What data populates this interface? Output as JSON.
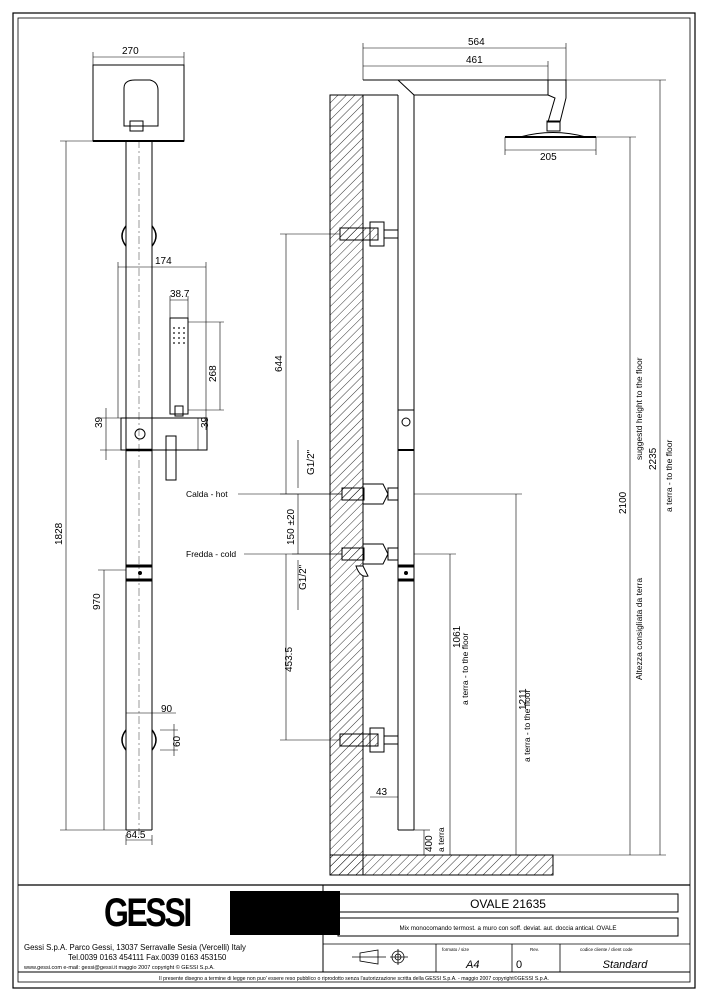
{
  "dimensions": {
    "d270": "270",
    "d564": "564",
    "d461": "461",
    "d205": "205",
    "d174": "174",
    "d38_7": "38.7",
    "d268": "268",
    "d39a": "39",
    "d39b": "39",
    "d1828": "1828",
    "d970": "970",
    "d90": "90",
    "d60": "60",
    "d64_5": "64.5",
    "d644": "644",
    "g12a": "G1/2\"",
    "d150": "150 ±20",
    "g12b": "G1/2\"",
    "d453_5": "453.5",
    "d43": "43",
    "d400": "400",
    "d1061": "1061",
    "d1211": "1211",
    "d2100": "2100",
    "d2235": "2235"
  },
  "labels": {
    "calda": "Calda - hot",
    "fredda": "Fredda - cold",
    "terra400": "a terra",
    "terra1061": "a terra - to the floor",
    "terra1211": "a terra - to the floor",
    "altezza": "Altezza consigliata da terra",
    "suggested": "suggestd height to the floor",
    "terra2235": "a terra - to the floor"
  },
  "title_block": {
    "logo": "GESSI",
    "company": "Gessi S.p.A. Parco Gessi, 13037 Serravalle Sesia (Vercelli) Italy",
    "phone": "Tel.0039 0163 454111 Fax.0039 0163 453150",
    "web": "www.gessi.com e-mail: gessi@gessi.it maggio 2007 copyright © GESSI S.p.A.",
    "model": "OVALE 21635",
    "description": "Mix monocomando termost. a muro con soff. deviat. aut. doccia antical. OVALE",
    "format_label": "formato / size",
    "format_value": "A4",
    "rev_label": "Rev.",
    "rev_value": "0",
    "code_label": "codice cliente / client code",
    "code_value": "Standard",
    "footer": "Il presente disegno a termine di legge non puo' essere reso pubblico o riprodotto senza l'autorizzazione scritta della GESSI S.p.A. - maggio 2007 copyright©GESSI S.p.A."
  }
}
